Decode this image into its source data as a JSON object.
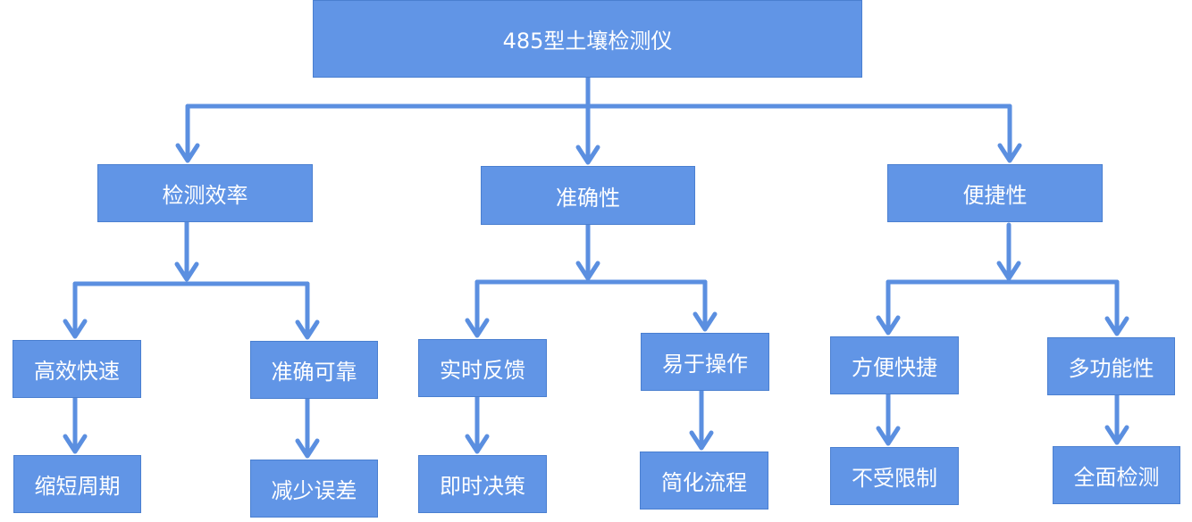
{
  "diagram": {
    "root": "485型土壤检测仪",
    "branches": [
      {
        "label": "检测效率",
        "children": [
          {
            "label": "高效快速",
            "detail": "缩短周期"
          },
          {
            "label": "准确可靠",
            "detail": "减少误差"
          }
        ]
      },
      {
        "label": "准确性",
        "children": [
          {
            "label": "实时反馈",
            "detail": "即时决策"
          },
          {
            "label": "易于操作",
            "detail": "简化流程"
          }
        ]
      },
      {
        "label": "便捷性",
        "children": [
          {
            "label": "方便快捷",
            "detail": "不受限制"
          },
          {
            "label": "多功能性",
            "detail": "全面检测"
          }
        ]
      }
    ]
  },
  "colors": {
    "box_fill": "#6195e6",
    "box_border": "#4a7fd0",
    "connector": "#5b8fe0",
    "text": "#ffffff"
  }
}
